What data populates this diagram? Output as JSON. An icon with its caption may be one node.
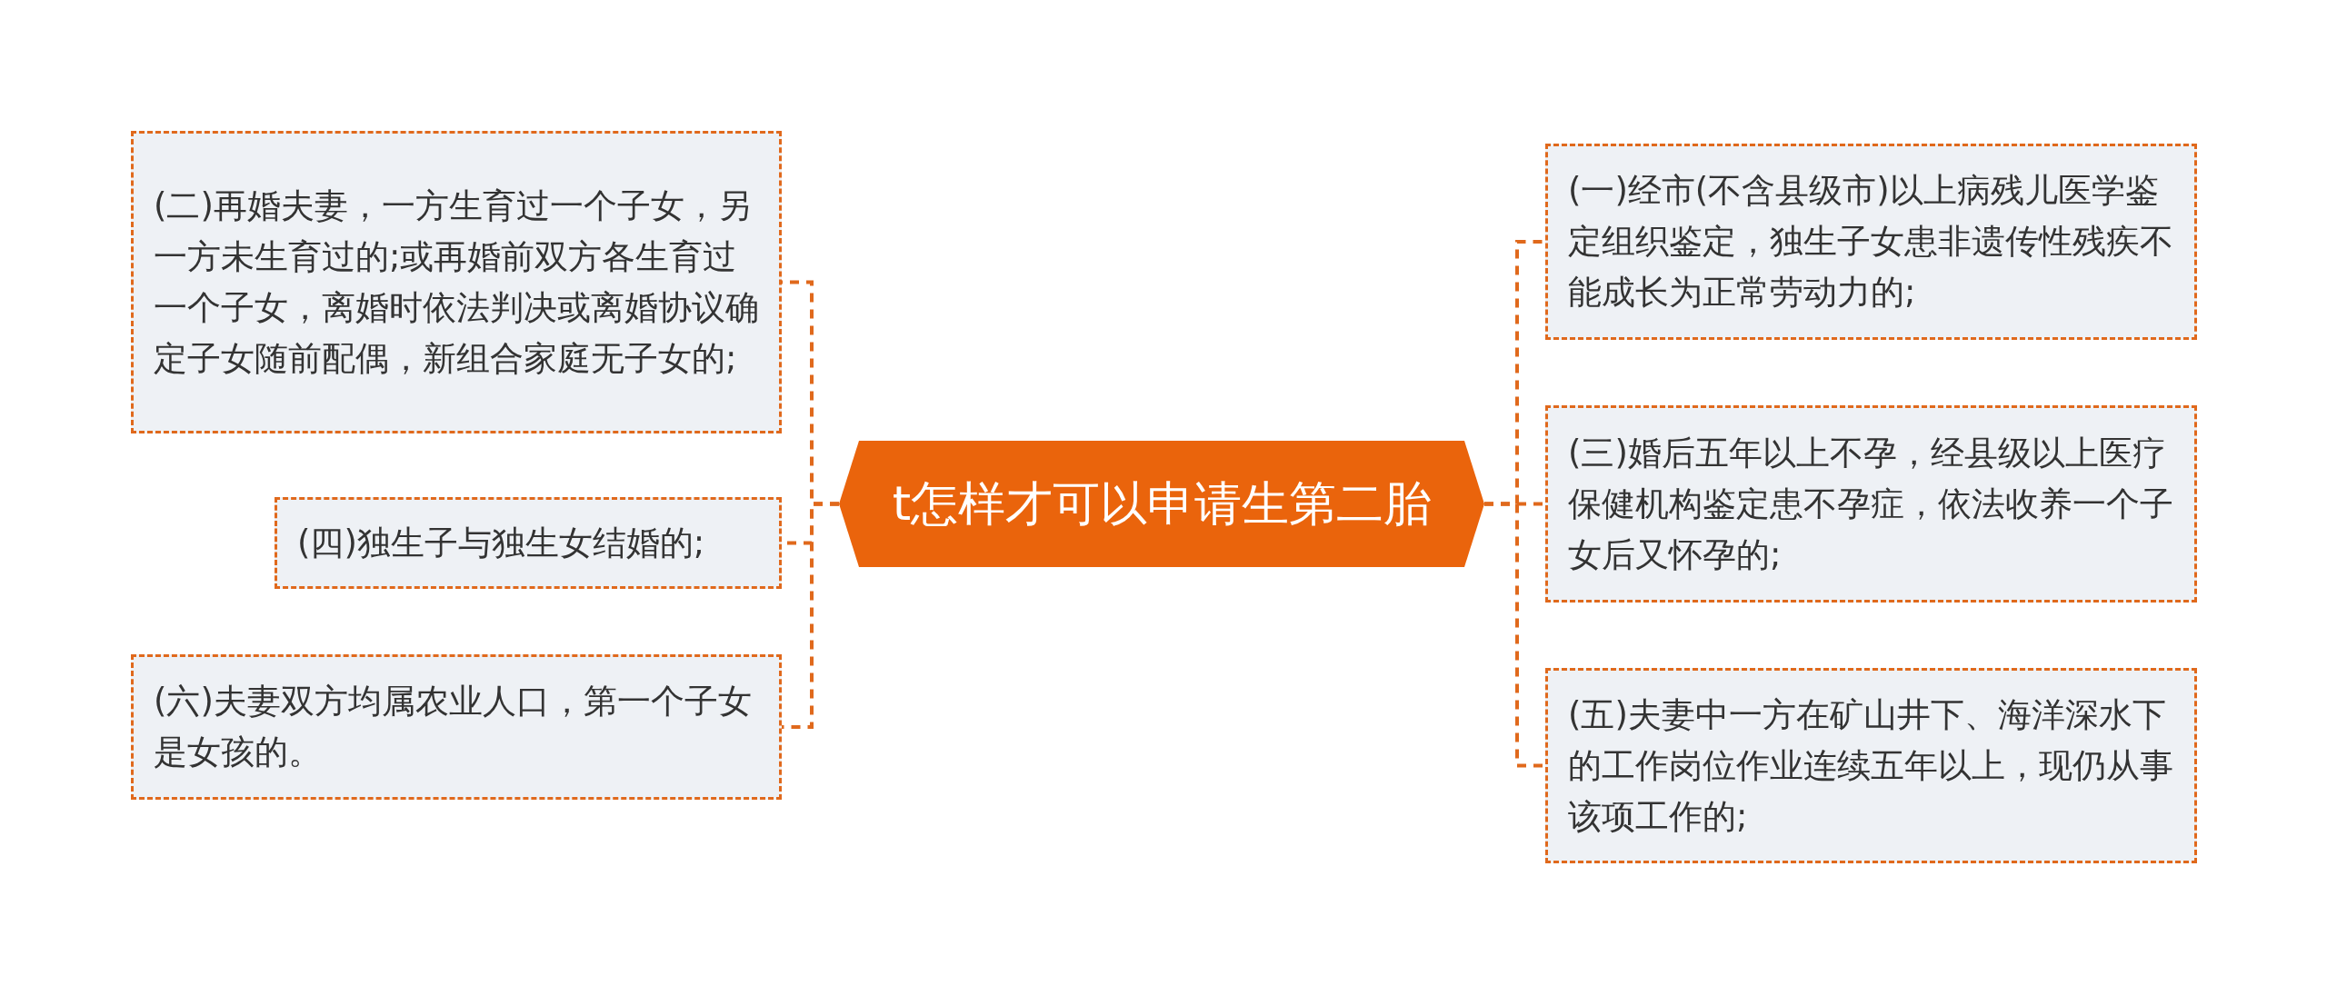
{
  "diagram": {
    "nodes": [
      {
        "text": [
          "t怎样才可以申请生第二胎"
        ]
      },
      {
        "text": [
          "(二)再婚夫妻，一方生育过一个子女，另一方未生育过的;或再婚前双方各生育过一个子女，离婚时依法判决或离婚协议确定子女随前配偶，新组合家庭无子女的;"
        ]
      },
      {
        "text": [
          "(四)独生子与独生女结婚的;"
        ]
      },
      {
        "text": [
          "(六)夫妻双方均属农业人口，第一个子女是女孩的。"
        ]
      },
      {
        "text": [
          "(一)经市(不含县级市)以上病残儿医学鉴定组织鉴定，独生子女患非遗传性残疾不能成长为正常劳动力的;"
        ]
      },
      {
        "text": [
          "(三)婚后五年以上不孕，经县级以上医疗保健机构鉴定患不孕症，依法收养一个子女后又怀孕的;"
        ]
      },
      {
        "text": [
          "(五)夫妻中一方在矿山井下、海洋深水下的工作岗位作业连续五年以上，现仍从事该项工作的;"
        ]
      }
    ],
    "edges": [
      {
        "from": 0,
        "to": 1,
        "arrow": "none",
        "style": "dashed"
      },
      {
        "from": 0,
        "to": 2,
        "arrow": "none",
        "style": "dashed"
      },
      {
        "from": 0,
        "to": 3,
        "arrow": "none",
        "style": "dashed"
      },
      {
        "from": 0,
        "to": 4,
        "arrow": "none",
        "style": "dashed"
      },
      {
        "from": 0,
        "to": 5,
        "arrow": "none",
        "style": "dashed"
      },
      {
        "from": 0,
        "to": 6,
        "arrow": "none",
        "style": "dashed"
      }
    ]
  }
}
